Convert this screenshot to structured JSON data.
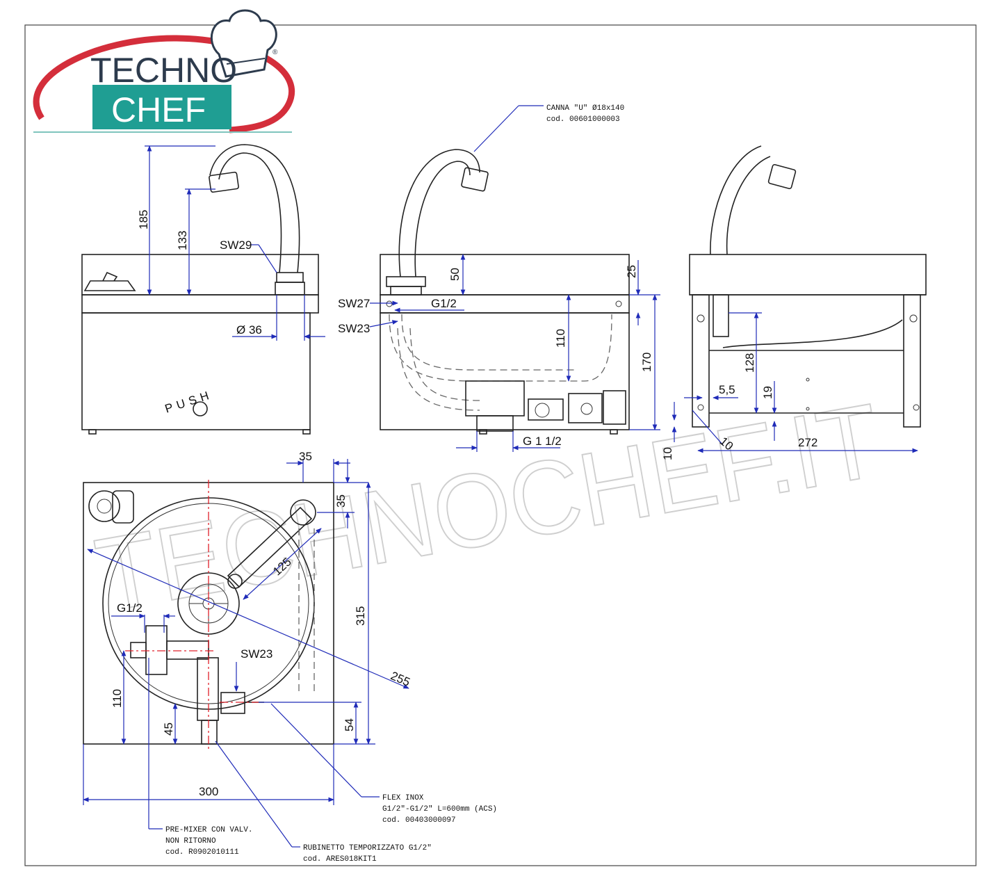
{
  "logo": {
    "line1": "TECHNO",
    "line2": "CHEF",
    "registered": "®",
    "colors": {
      "teal": "#1f9e93",
      "red": "#d42e3b",
      "dark": "#2d3b4d"
    }
  },
  "watermark": "TECHNOCHEF.IT",
  "side_view": {
    "dims": {
      "height_total": "185",
      "height_spout": "133",
      "diameter": "Ø 36"
    },
    "labels": {
      "sw29": "SW29",
      "push": "PUSH"
    }
  },
  "front_view": {
    "note_canna": {
      "line1": "CANNA \"U\" Ø18x140",
      "line2": "cod. 00601000003"
    },
    "dims": {
      "d50": "50",
      "d110": "110",
      "d25": "25",
      "d170": "170"
    },
    "labels": {
      "sw27": "SW27",
      "g12": "G1/2",
      "sw23": "SW23",
      "g112": "G 1 1/2"
    }
  },
  "right_view": {
    "dims": {
      "d128": "128",
      "d55": "5,5",
      "d19": "19",
      "d10a": "10",
      "d10b": "10",
      "d272": "272"
    }
  },
  "top_view": {
    "dims": {
      "d35a": "35",
      "d35b": "35",
      "d125": "125",
      "d315": "315",
      "d255": "255",
      "d110": "110",
      "d45": "45",
      "d54": "54",
      "d300": "300"
    },
    "labels": {
      "g12": "G1/2",
      "sw23": "SW23"
    },
    "notes": {
      "flex": {
        "line1": "FLEX INOX",
        "line2": "G1/2\"-G1/2\" L=600mm (ACS)",
        "line3": "cod. 00403000097"
      },
      "premixer": {
        "line1": "PRE-MIXER CON VALV.",
        "line2": "NON RITORNO",
        "line3": "cod. R0902010111"
      },
      "rubinetto": {
        "line1": "RUBINETTO TEMPORIZZATO G1/2\"",
        "line2": "cod. ARES018KIT1"
      }
    }
  }
}
